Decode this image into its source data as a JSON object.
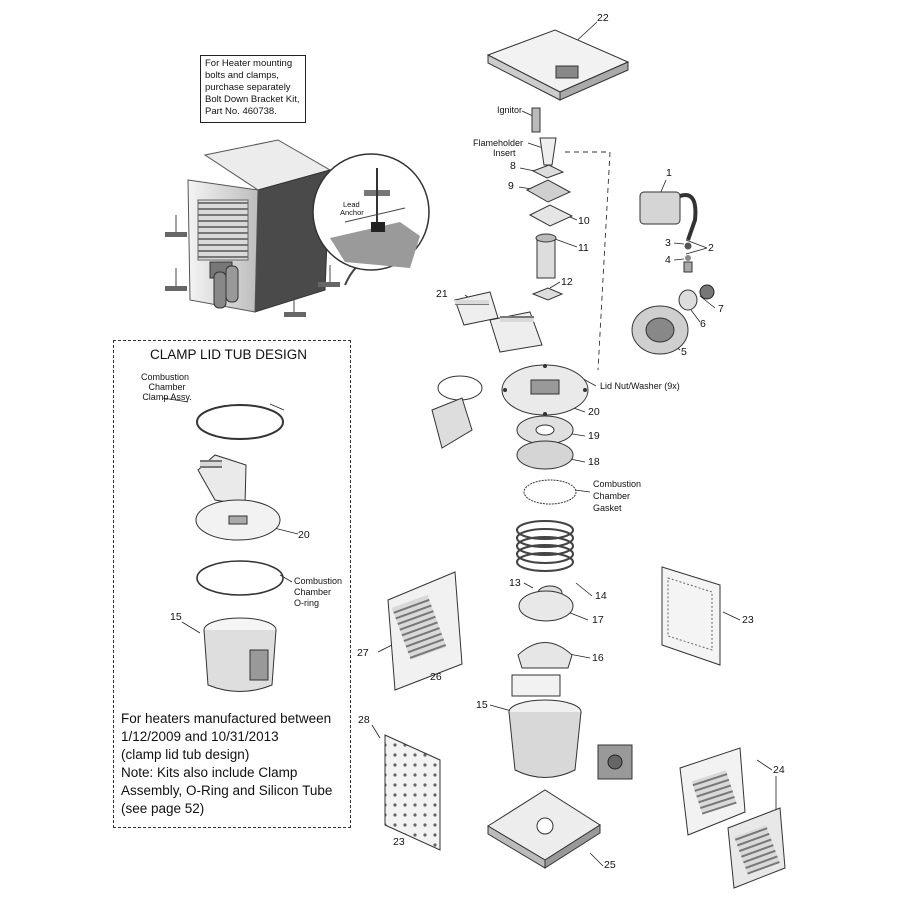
{
  "mounting_note": {
    "lines": [
      "For Heater mounting",
      "bolts and clamps,",
      "purchase separately",
      "Bolt Down Bracket Kit,",
      "Part No. 460738."
    ]
  },
  "inset": {
    "lead_anchor": [
      "Lead",
      "Anchor"
    ]
  },
  "clamp_design": {
    "title": "CLAMP LID TUB DESIGN",
    "clamp_assy_label": [
      "Combustion",
      "Chamber",
      "Clamp Assy."
    ],
    "part_20": "20",
    "oring_label": [
      "Combustion",
      "Chamber",
      "O-ring"
    ],
    "part_15": "15",
    "note_lines": [
      "For heaters manufactured between",
      "1/12/2009 and 10/31/2013",
      "(clamp lid tub design)",
      "Note: Kits also include Clamp",
      "Assembly, O-Ring and Silicon Tube",
      "(see page 52)"
    ]
  },
  "parts": {
    "p1": "1",
    "p2": "2",
    "p3": "3",
    "p4": "4",
    "p5": "5",
    "p6": "6",
    "p7": "7",
    "p8": "8",
    "p9": "9",
    "p10": "10",
    "p11": "11",
    "p12": "12",
    "p13": "13",
    "p14": "14",
    "p15": "15",
    "p16": "16",
    "p17": "17",
    "p18": "18",
    "p19": "19",
    "p20": "20",
    "p21": "21",
    "p22": "22",
    "p23a": "23",
    "p23b": "23",
    "p24": "24",
    "p25": "25",
    "p26": "26",
    "p27": "27",
    "p28": "28"
  },
  "labels": {
    "ignitor": "Ignitor",
    "flameholder": [
      "Flameholder",
      "Insert"
    ],
    "lid_nut": "Lid Nut/Washer (9x)",
    "gasket": [
      "Combustion",
      "Chamber",
      "Gasket"
    ]
  }
}
